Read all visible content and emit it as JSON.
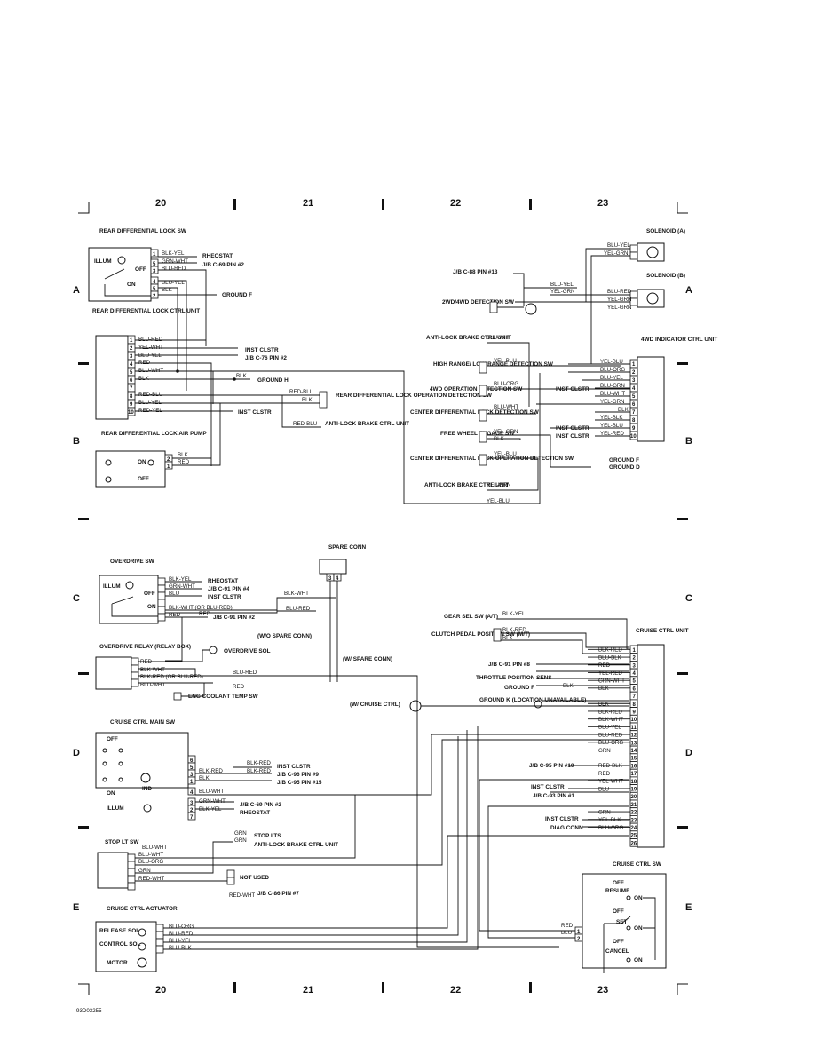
{
  "columns": [
    "20",
    "21",
    "22",
    "23"
  ],
  "rows": [
    "A",
    "B",
    "C",
    "D",
    "E"
  ],
  "figure_id": "93D03255",
  "rear_section": {
    "rear_diff_lock_sw": "REAR DIFFERENTIAL LOCK SW",
    "illum": "ILLUM",
    "off": "OFF",
    "on": "ON",
    "pins_sw": [
      "1",
      "5",
      "3",
      "4",
      "5",
      "2"
    ],
    "wires_sw": [
      "BLK-YEL",
      "GRN-WHT",
      "BLU-RED",
      "BLU-YEL",
      "BLK"
    ],
    "rheostat": "RHEOSTAT",
    "jb_c69_2": "J/B C-69 PIN #2",
    "ground_f": "GROUND F",
    "rear_diff_lock_ctrl_unit": "REAR DIFFERENTIAL LOCK CTRL UNIT",
    "ctrl_pins": [
      "1",
      "2",
      "3",
      "4",
      "5",
      "6",
      "7",
      "8",
      "9",
      "10"
    ],
    "ctrl_wires": [
      "BLU-RED",
      "YEL-WHT",
      "BLU-YEL",
      "RED",
      "BLU-WHT",
      "BLK",
      "",
      "RED-BLU",
      "BLU-YEL",
      "RED-YEL"
    ],
    "inst_clstr": "INST CLSTR",
    "jb_c76_2": "J/B C-76 PIN #2",
    "ground_h": "GROUND H",
    "red_blu": "RED-BLU",
    "blk": "BLK",
    "rear_diff_lock_op_sw": "REAR DIFFERENTIAL LOCK OPERATION DETECTION SW",
    "anti_lock_ctrl": "ANTI-LOCK BRAKE CTRL UNIT",
    "rear_diff_lock_air_pump": "REAR DIFFERENTIAL LOCK AIR PUMP",
    "pump_wires": [
      "BLK",
      "RED"
    ],
    "pump_pins": [
      "2",
      "1"
    ]
  },
  "fwd_section": {
    "solenoid_a": "SOLENOID (A)",
    "solenoid_b": "SOLENOID (B)",
    "sol_wires": [
      "BLU-YEL",
      "YEL-GRN",
      "BLU-YEL",
      "YEL-GRN",
      "BLU-RED",
      "YEL-GRN",
      "YEL-GRN"
    ],
    "jb_c88_13": "J/B C-88 PIN #13",
    "detection_2wd4wd": "2WD/4WD DETECTION SW",
    "anti_lock_ctrl": "ANTI-LOCK BRAKE CTRL UNIT",
    "blu_wht": "BLU-WHT",
    "high_low": "HIGH RANGE/ LOW RANGE DETECTION SW",
    "fwd_op": "4WD OPERATION DETECTION SW",
    "center_diff": "CENTER DIFFERENTIAL LOCK DETECTION SW",
    "free_wheel": "FREE WHEEL ENGAGE SW",
    "center_diff_op": "CENTER DIFFERENTIAL LOCK OPERATION DETECTION SW",
    "anti_lock_ctrl2": "ANTI-LOCK BRAKE CTRL UNIT",
    "sw_wires": [
      "YEL-BLU",
      "BLU-ORG",
      "BLU-WHT",
      "YEL-GRN",
      "BLK",
      "YEL-BLU",
      "YEL-GRN",
      "YEL-BLU"
    ],
    "indicator": "4WD INDICATOR CTRL UNIT",
    "ind_pins": [
      "1",
      "2",
      "3",
      "4",
      "5",
      "6",
      "7",
      "8",
      "9",
      "10"
    ],
    "ind_wires": [
      "YEL-BLU",
      "BLU-ORG",
      "BLU-YEL",
      "BLU-GRN",
      "BLU-WHT",
      "YEL-GRN",
      "BLK",
      "YEL-BLK",
      "YEL-BLU",
      "YEL-RED"
    ],
    "inst_clstr": "INST CLSTR",
    "ground_f": "GROUND F",
    "ground_d": "GROUND D"
  },
  "od_section": {
    "overdrive_sw": "OVERDRIVE SW",
    "illum": "ILLUM",
    "off": "OFF",
    "on": "ON",
    "wires": [
      "BLK-YEL",
      "GRN-WHT",
      "BLU",
      "BLK-WHT (OR BLU-RED)",
      "RED"
    ],
    "rheostat": "RHEOSTAT",
    "jb_c91_4": "J/B C-91 PIN #4",
    "inst_clstr": "INST CLSTR",
    "jb_c91_2": "J/B C-91 PIN #2",
    "red": "RED",
    "spare_conn": "SPARE CONN",
    "spare_pins": [
      "3",
      "4"
    ],
    "blk_wht": "BLK-WHT",
    "blu_red": "BLU-RED",
    "wo_spare": "(W/O SPARE CONN)",
    "w_spare": "(W/ SPARE CONN)",
    "od_relay": "OVERDRIVE RELAY (RELAY BOX)",
    "od_sol": "OVERDRIVE SOL",
    "relay_wires": [
      "RED",
      "BLK-WHT",
      "BLK-RED (OR BLU-RED)",
      "BLU-WHT"
    ],
    "eng_coolant": "ENG COOLANT TEMP SW",
    "w_cruise": "(W/ CRUISE CTRL)"
  },
  "cruise_section": {
    "main_sw": "CRUISE CTRL MAIN SW",
    "off": "OFF",
    "on": "ON",
    "ind": "IND",
    "illum": "ILLUM",
    "main_pins": [
      "6",
      "5",
      "3",
      "1",
      "4",
      "3",
      "2",
      "7"
    ],
    "main_wires": [
      "BLK-RED",
      "BLK",
      "BLU-WHT",
      "GRN-WHT",
      "BLK-YEL",
      "BLK-RED"
    ],
    "inst_clstr": "INST CLSTR",
    "jb_c96_9": "J/B C-96 PIN #9",
    "jb_c95_15": "J/B C-95 PIN #15",
    "jb_c69_2": "J/B C-69 PIN #2",
    "rheostat": "RHEOSTAT",
    "stop_lt_sw": "STOP LT SW",
    "stop_wires": [
      "BLU-WHT",
      "BLU-WHT",
      "BLU-ORG",
      "GRN",
      "RED-WHT"
    ],
    "grn": "GRN",
    "stop_lts": "STOP LTS",
    "anti_lock": "ANTI-LOCK BRAKE CTRL UNIT",
    "not_used": "NOT USED",
    "jb_c86_7": "J/B C-86 PIN #7",
    "red_wht": "RED-WHT",
    "actuator": "CRUISE CTRL ACTUATOR",
    "release_sol": "RELEASE SOL",
    "control_sol": "CONTROL SOL",
    "motor": "MOTOR",
    "act_wires": [
      "BLU-ORG",
      "BLU-RED",
      "BLU-YEL",
      "BLU-BLK"
    ],
    "gear_sel": "GEAR SEL SW (A/T)",
    "clutch_pedal": "CLUTCH PEDAL POSITION SW (M/T)",
    "blk_yel": "BLK-YEL",
    "blk_red": "BLK-RED",
    "blk": "BLK",
    "jb_c91_8": "J/B C-91 PIN #8",
    "throttle": "THROTTLE POSITION SENS",
    "ground_f": "GROUND F",
    "ground_k": "GROUND K (LOCATION UNAVAILABLE)",
    "cruise_unit": "CRUISE CTRL UNIT",
    "unit_pins": [
      "1",
      "2",
      "3",
      "4",
      "5",
      "6",
      "7",
      "8",
      "9",
      "10",
      "11",
      "12",
      "13",
      "14",
      "15",
      "16",
      "17",
      "18",
      "19",
      "20",
      "21",
      "22",
      "23",
      "24",
      "25",
      "26"
    ],
    "unit_wires": [
      "BLK-RED",
      "BLU-BLK",
      "RED",
      "YEL-RED",
      "GRN-WHT",
      "BLK",
      "",
      "BLK",
      "BLK-RED",
      "BLK-WHT",
      "BLU-YEL",
      "BLU-RED",
      "BLU-ORG",
      "GRN",
      "",
      "RED-BLK",
      "RED",
      "YEL-WHT",
      "BLU",
      "",
      "",
      "GRN",
      "YEL-BLK",
      "BLU-ORG",
      "",
      ""
    ],
    "jb_c95_10": "J/B C-95 PIN #10",
    "jb_c93_1": "J/B C-93 PIN #1",
    "diag_conn": "DIAG CONN",
    "cruise_ctrl_sw": "CRUISE CTRL SW",
    "resume": "RESUME",
    "set": "SET",
    "cancel": "CANCEL",
    "sw_wires": [
      "RED",
      "BLU"
    ],
    "sw_pins": [
      "1",
      "2"
    ]
  }
}
